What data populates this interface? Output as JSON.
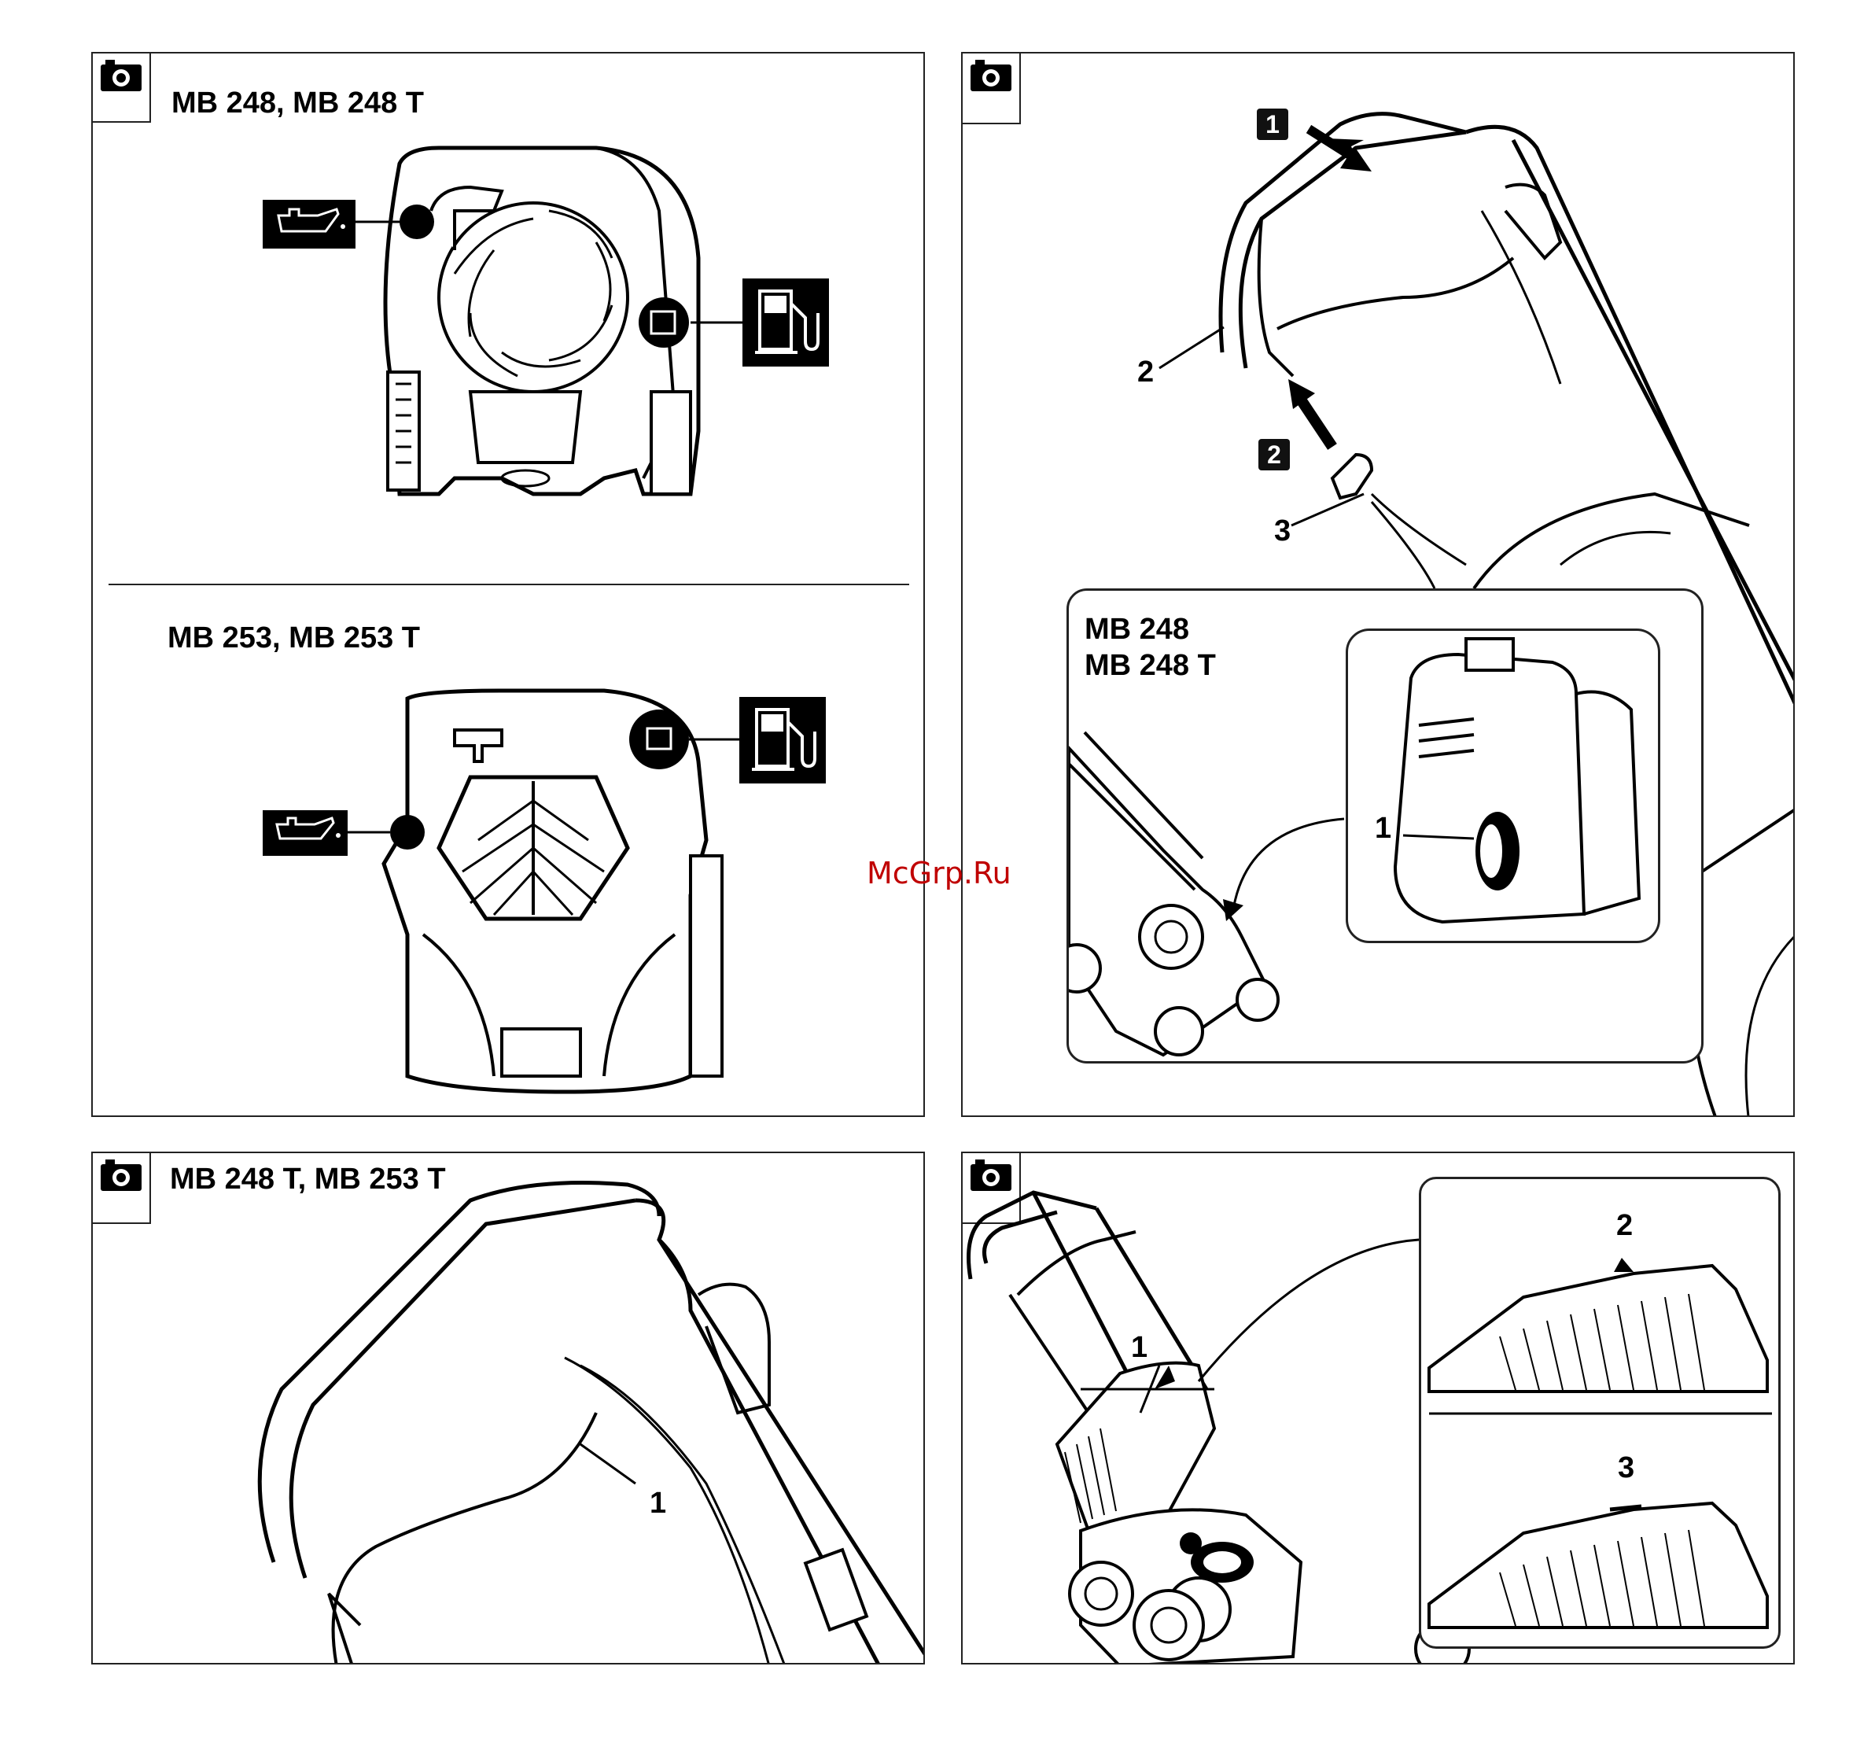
{
  "panels": {
    "top_left": {
      "title_a": "MB 248, MB 248 T",
      "title_b": "MB 253, MB 253 T"
    },
    "top_right": {
      "tag_1": "1",
      "tag_2": "2",
      "label_2": "2",
      "label_3": "3",
      "inset_title": "MB 248\nMB 248 T",
      "inset_label_1": "1"
    },
    "bottom_left": {
      "title": "MB 248 T, MB 253 T",
      "label_1": "1"
    },
    "bottom_right": {
      "label_1": "1",
      "label_2": "2",
      "label_3": "3"
    }
  },
  "watermark": "McGrp.Ru",
  "icons": [
    "camera-icon",
    "oil-can-icon",
    "fuel-pump-icon"
  ],
  "colors": {
    "ink": "#000000",
    "watermark": "#c00000"
  }
}
